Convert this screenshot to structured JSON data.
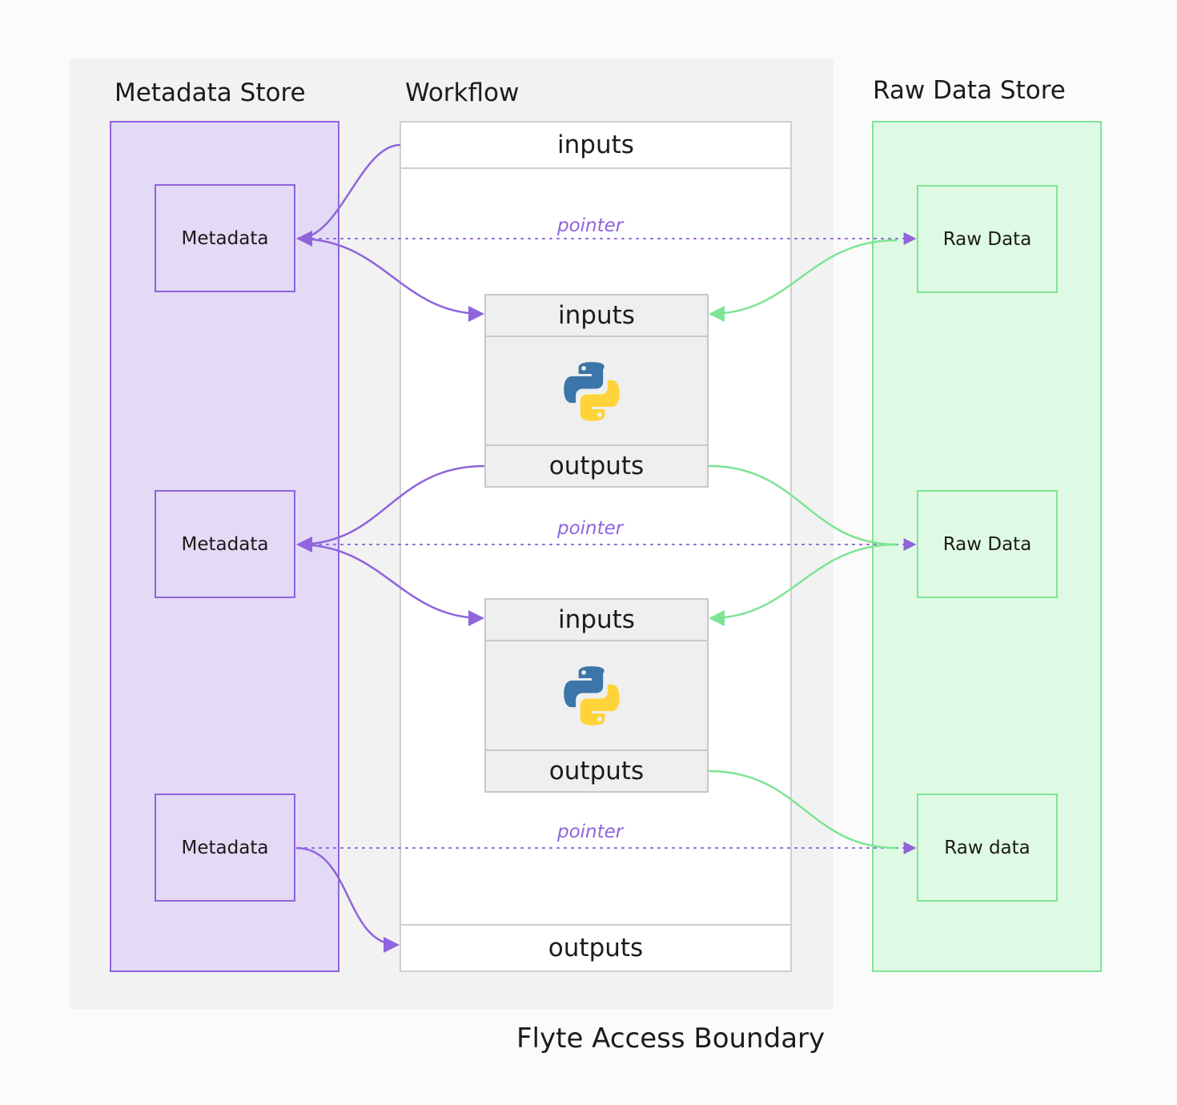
{
  "stores": {
    "metadata_title": "Metadata Store",
    "workflow_title": "Workflow",
    "raw_title": "Raw Data Store"
  },
  "metadata_boxes": [
    "Metadata",
    "Metadata",
    "Metadata"
  ],
  "raw_boxes": [
    "Raw Data",
    "Raw Data",
    "Raw data"
  ],
  "workflow": {
    "inputs_label": "inputs",
    "outputs_label": "outputs"
  },
  "tasks": [
    {
      "inputs_label": "inputs",
      "outputs_label": "outputs",
      "icon": "python-icon"
    },
    {
      "inputs_label": "inputs",
      "outputs_label": "outputs",
      "icon": "python-icon"
    }
  ],
  "pointers": [
    "pointer",
    "pointer",
    "pointer"
  ],
  "boundary_label": "Flyte Access Boundary",
  "colors": {
    "metadata": "#8f64dc",
    "metadata_fill": "#e3daf5",
    "raw": "#7ee495",
    "raw_fill": "#dffae4",
    "boundary_fill": "#f2f2f2",
    "python_blue": "#3b75a9",
    "python_yellow": "#ffd43b"
  }
}
